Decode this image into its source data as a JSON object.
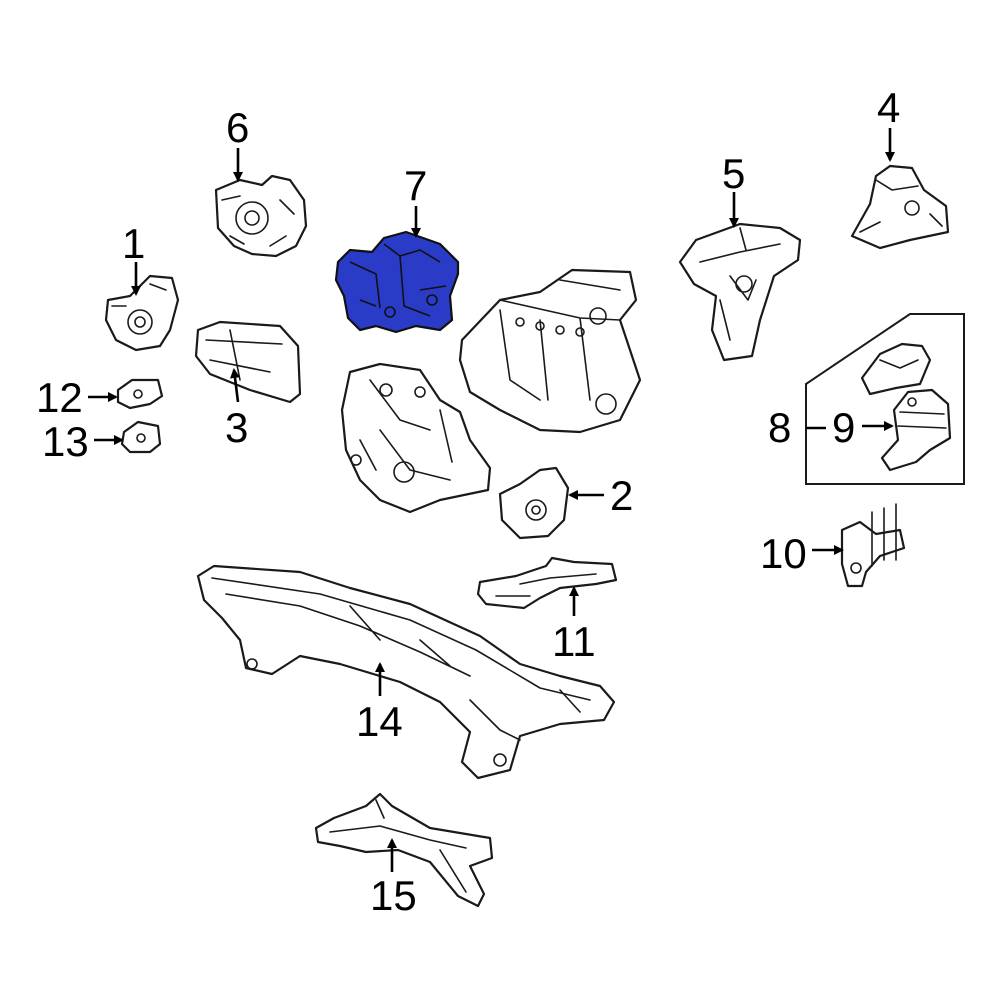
{
  "diagram": {
    "highlight_color": "#2a3bc8",
    "callouts": {
      "c1": "1",
      "c2": "2",
      "c3": "3",
      "c4": "4",
      "c5": "5",
      "c6": "6",
      "c7": "7",
      "c8": "8",
      "c9": "9",
      "c10": "10",
      "c11": "11",
      "c12": "12",
      "c13": "13",
      "c14": "14",
      "c15": "15"
    },
    "highlighted_part": "7"
  }
}
